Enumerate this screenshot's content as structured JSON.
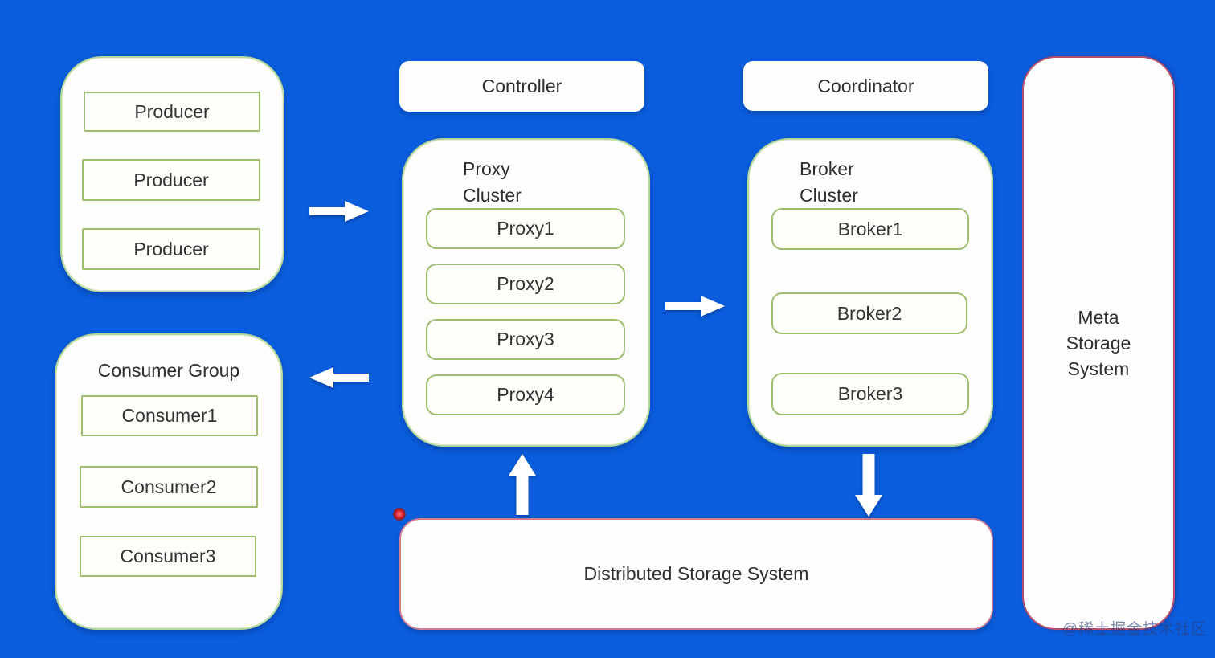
{
  "watermark": "@稀土掘金技术社区",
  "producer_group": {
    "items": [
      "Producer",
      "Producer",
      "Producer"
    ]
  },
  "consumer_group": {
    "title": "Consumer Group",
    "items": [
      "Consumer1",
      "Consumer2",
      "Consumer3"
    ]
  },
  "controller": {
    "label": "Controller"
  },
  "coordinator": {
    "label": "Coordinator"
  },
  "proxy_cluster": {
    "title": "Proxy Cluster",
    "items": [
      "Proxy1",
      "Proxy2",
      "Proxy3",
      "Proxy4"
    ]
  },
  "broker_cluster": {
    "title": "Broker Cluster",
    "items": [
      "Broker1",
      "Broker2",
      "Broker3"
    ]
  },
  "meta_storage": {
    "label": "Meta Storage System"
  },
  "distributed_storage": {
    "label": "Distributed Storage System"
  },
  "arrows": [
    "producer-to-proxy-right",
    "proxy-to-broker-right",
    "proxy-to-consumer-left",
    "storage-to-proxy-up",
    "broker-to-storage-down"
  ],
  "colors": {
    "background": "#0a5edd",
    "box_fill": "#fdfefb",
    "cluster_border_green": "#b5d69a",
    "item_border_green": "#9fbd6f",
    "meta_border_red": "#b7506a",
    "storage_border_pink": "#cf7d95",
    "arrow": "#ffffff",
    "text": "#2e2e2e",
    "watermark": "#2c3d7a",
    "pointer_dot": "#e02330"
  }
}
